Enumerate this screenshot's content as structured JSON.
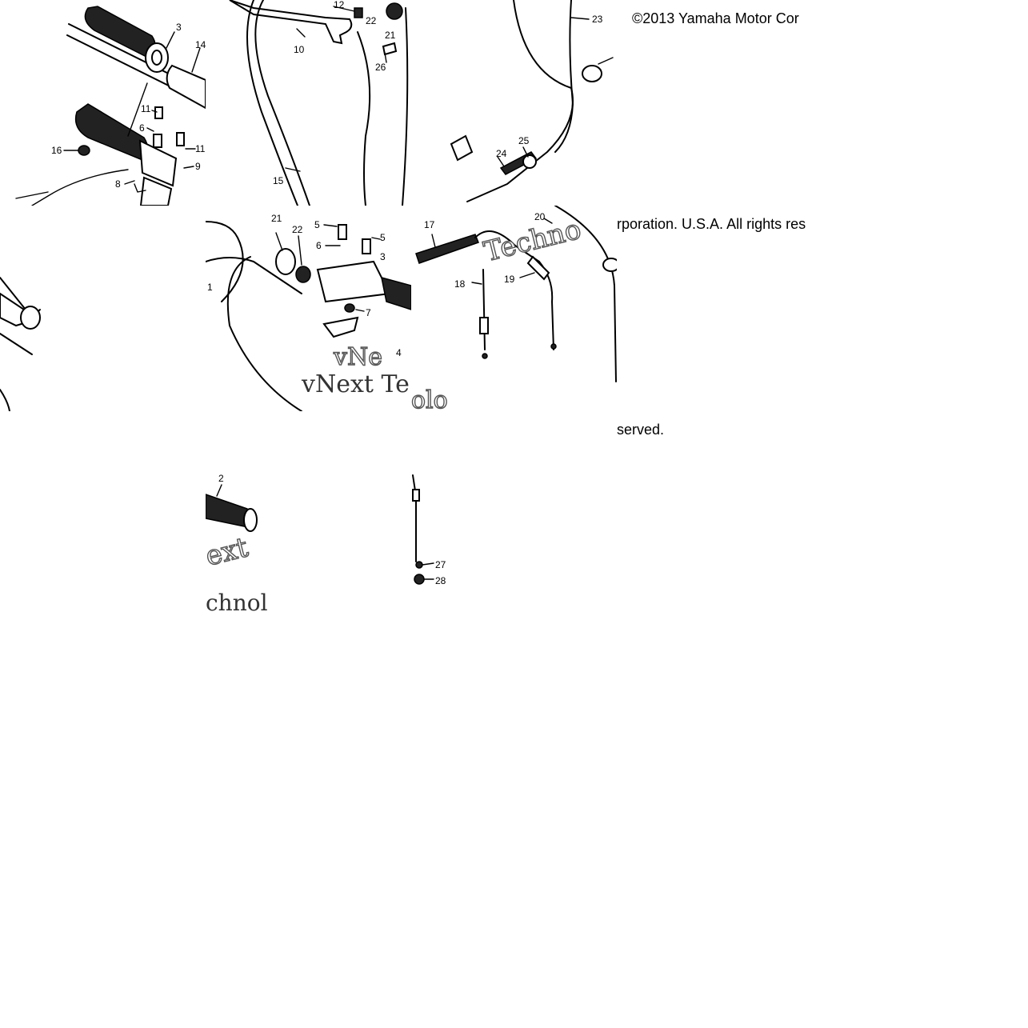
{
  "copyright": {
    "line1": "©2013 Yamaha Motor Cor",
    "line2": "rporation. U.S.A. All rights res",
    "line3": "served."
  },
  "watermarks": {
    "t1": "Techno",
    "t2": "vNe",
    "t3": "vNext Te",
    "t4": "olo",
    "t5": "ext",
    "t6": "chnol"
  },
  "callouts": {
    "n1": "1",
    "n2": "2",
    "n3a": "3",
    "n3b": "3",
    "n4": "4",
    "n5a": "5",
    "n5b": "5",
    "n6a": "6",
    "n6b": "6",
    "n7": "7",
    "n8": "8",
    "n9": "9",
    "n10": "10",
    "n11a": "11",
    "n11b": "11",
    "n12": "12",
    "n14": "14",
    "n15": "15",
    "n16": "16",
    "n17": "17",
    "n18": "18",
    "n19": "19",
    "n20": "20",
    "n21a": "21",
    "n21b": "21",
    "n22a": "22",
    "n22b": "22",
    "n23": "23",
    "n24": "24",
    "n25": "25",
    "n26": "26",
    "n27": "27",
    "n28": "28"
  },
  "icons": {
    "grip": "throttle-grip-icon",
    "lever": "brake-lever-icon",
    "cable": "control-cable-icon",
    "bolt": "bolt-icon"
  }
}
